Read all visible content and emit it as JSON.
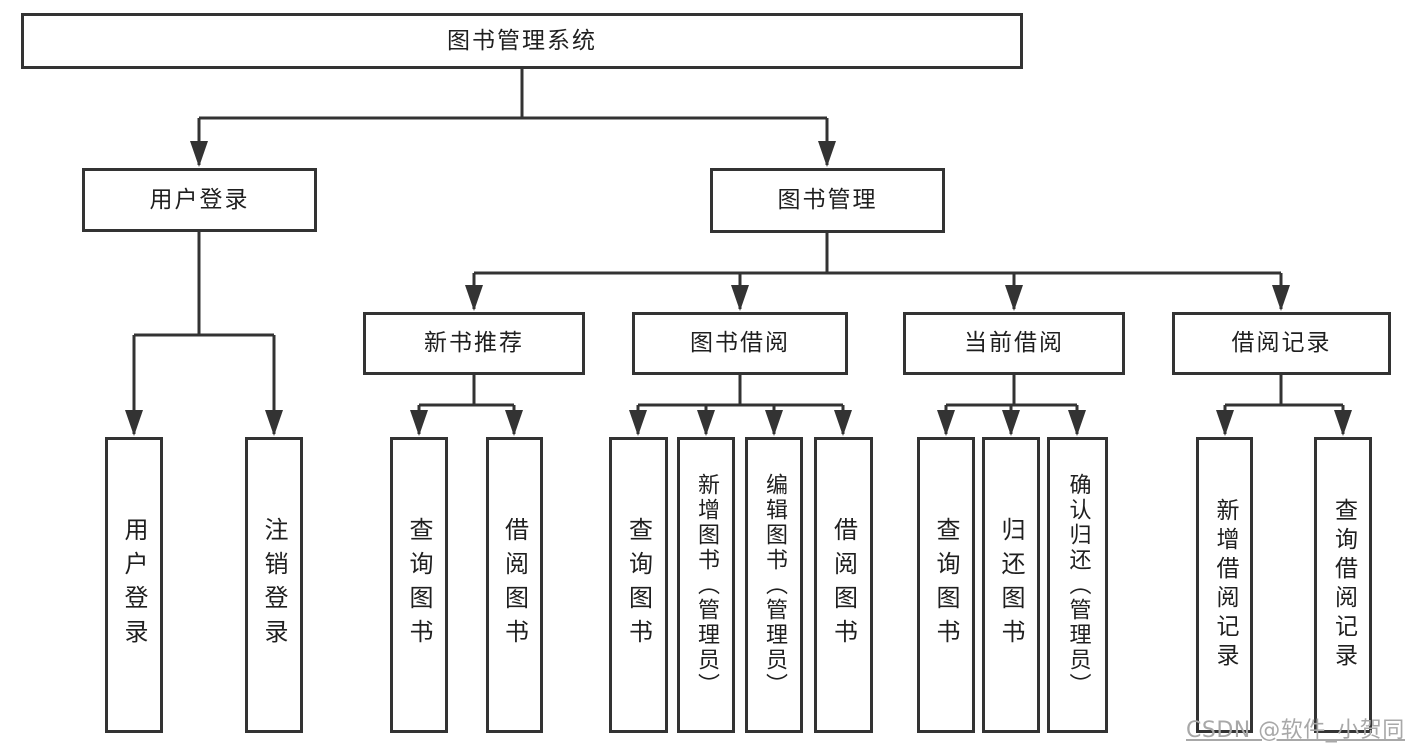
{
  "nodes": {
    "root": "图书管理系统",
    "user_login": "用户登录",
    "book_mgmt": "图书管理",
    "new_book_rec": "新书推荐",
    "book_borrow": "图书借阅",
    "current_borrow": "当前借阅",
    "borrow_record": "借阅记录",
    "leaf_user_login": "用户登录",
    "leaf_logout": "注销登录",
    "leaf_query_book_1": "查询图书",
    "leaf_borrow_book_1": "借阅图书",
    "leaf_query_book_2": "查询图书",
    "leaf_add_book": "新增图书（管理员）",
    "leaf_edit_book": "编辑图书（管理员）",
    "leaf_borrow_book_2": "借阅图书",
    "leaf_query_book_3": "查询图书",
    "leaf_return_book": "归还图书",
    "leaf_confirm_return": "确认归还（管理员）",
    "leaf_add_borrow_record": "新增借阅记录",
    "leaf_query_borrow_record": "查询借阅记录"
  },
  "hierarchy": {
    "root": "图书管理系统",
    "children_of_root": [
      "用户登录",
      "图书管理"
    ],
    "children_of_user_login": [
      "用户登录",
      "注销登录"
    ],
    "children_of_book_mgmt": [
      "新书推荐",
      "图书借阅",
      "当前借阅",
      "借阅记录"
    ],
    "children_of_new_book_rec": [
      "查询图书",
      "借阅图书"
    ],
    "children_of_book_borrow": [
      "查询图书",
      "新增图书（管理员）",
      "编辑图书（管理员）",
      "借阅图书"
    ],
    "children_of_current_borrow": [
      "查询图书",
      "归还图书",
      "确认归还（管理员）"
    ],
    "children_of_borrow_record": [
      "新增借阅记录",
      "查询借阅记录"
    ]
  },
  "watermark": "CSDN @软件_小贺同学",
  "colors": {
    "line": "#333333",
    "text": "#1f1f1f",
    "watermark": "#a8a8a8",
    "background": "#ffffff"
  }
}
